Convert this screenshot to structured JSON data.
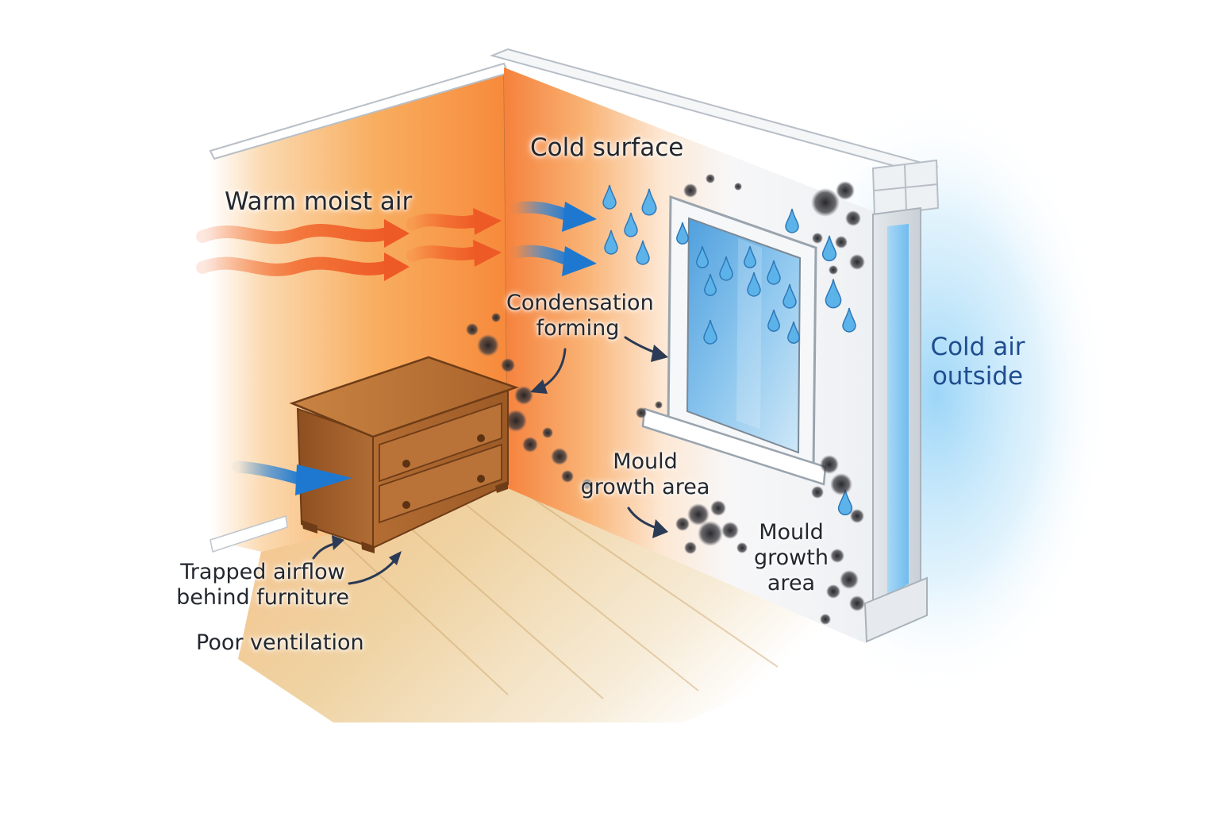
{
  "labels": {
    "warm_moist_air": "Warm moist air",
    "cold_surface": "Cold surface",
    "condensation_forming": [
      "Condensation",
      "forming"
    ],
    "cold_air_outside": [
      "Cold air",
      "outside"
    ],
    "mould_growth_area_1": [
      "Mould",
      "growth area"
    ],
    "mould_growth_area_2": [
      "Mould",
      "growth",
      "area"
    ],
    "trapped_airflow": [
      "Trapped airflow",
      "behind furniture"
    ],
    "poor_ventilation": "Poor ventilation"
  },
  "colors": {
    "warm_air_arrow": "#f26a2e",
    "cool_air_arrow": "#2f86d6",
    "water_droplet": "#5bb3ea",
    "mould": "#2e2e32",
    "cold_glow": "#7cc8f5",
    "warm_wall": "#f79a3c",
    "wood": "#b66f32",
    "floor": "#e7c58b",
    "label_text": "#23272e",
    "label_blue": "#1f4d8f"
  }
}
